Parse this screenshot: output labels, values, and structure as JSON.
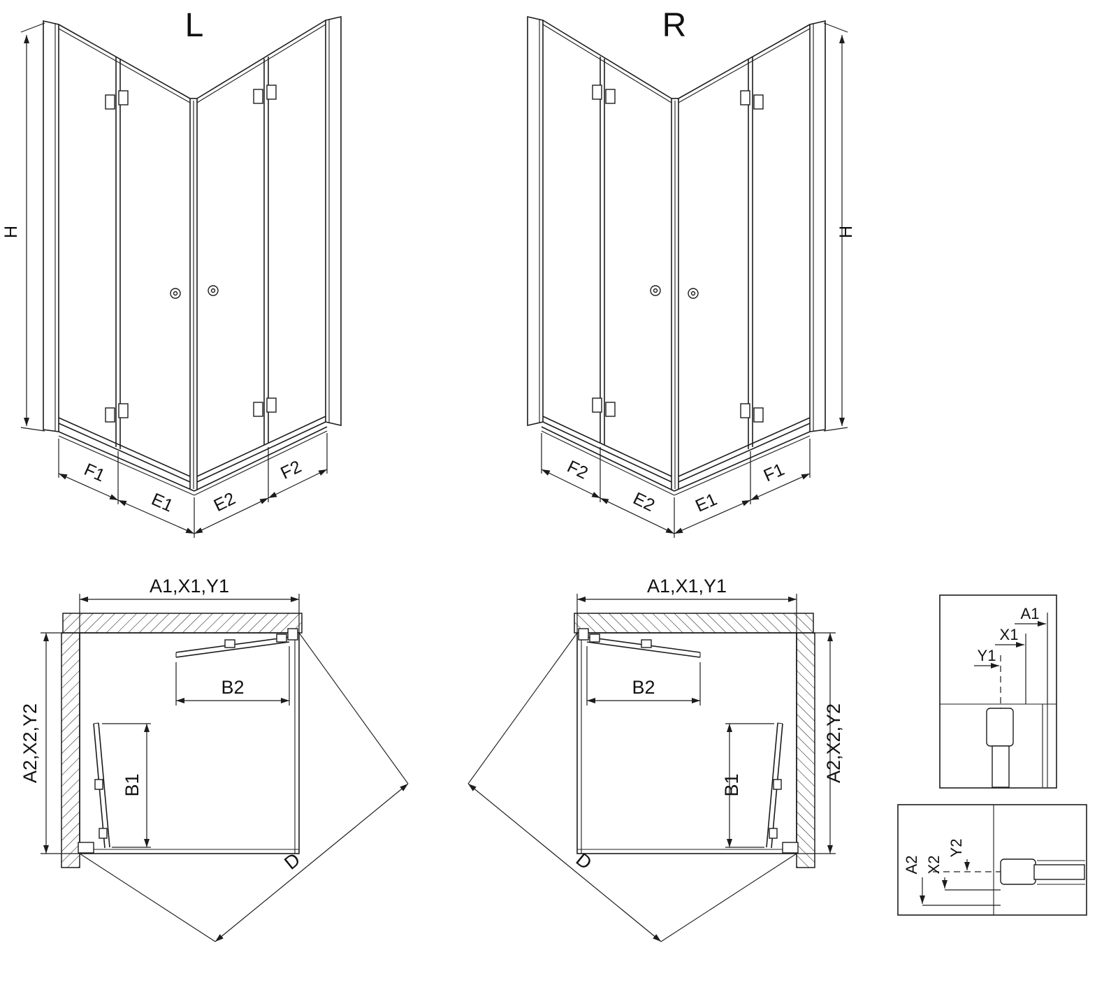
{
  "page": {
    "background": "#ffffff",
    "line_color": "#1c1c1c"
  },
  "views": {
    "perspective_left": {
      "title": "L",
      "height_dim": "H",
      "front_left_dims": [
        "F1",
        "E1"
      ],
      "front_right_dims": [
        "E2",
        "F2"
      ]
    },
    "perspective_right": {
      "title": "R",
      "height_dim": "H",
      "front_left_dims": [
        "F2",
        "E2"
      ],
      "front_right_dims": [
        "E1",
        "F1"
      ]
    },
    "plan_left": {
      "width_dim": "A1,X1,Y1",
      "depth_dim": "A2,X2,Y2",
      "door_side_dim": "B1",
      "door_top_dim": "B2",
      "diagonal_dim": "D"
    },
    "plan_right": {
      "width_dim": "A1,X1,Y1",
      "depth_dim": "A2,X2,Y2",
      "door_side_dim": "B1",
      "door_top_dim": "B2",
      "diagonal_dim": "D"
    },
    "detail_top": {
      "dims": [
        "A1",
        "X1",
        "Y1"
      ]
    },
    "detail_bottom": {
      "dims": [
        "A2",
        "X2",
        "Y2"
      ]
    }
  }
}
